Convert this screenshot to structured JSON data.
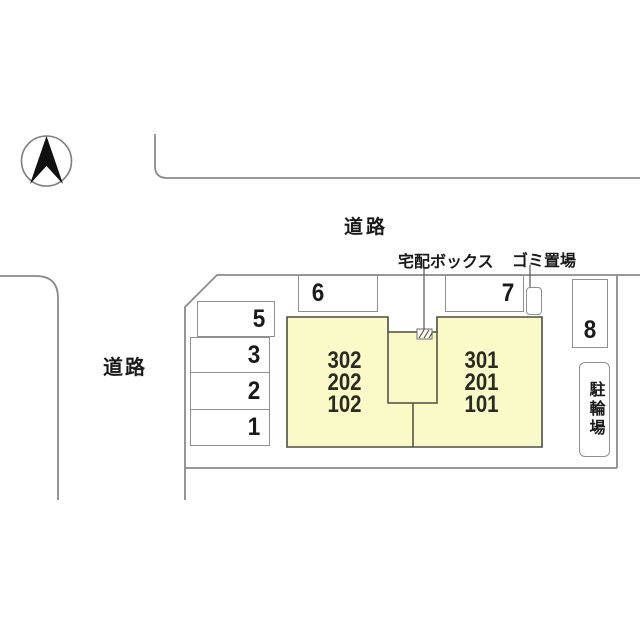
{
  "plan": {
    "title_hint": "apartment site plan",
    "road_label_top": "道路",
    "road_label_left": "道路",
    "delivery_box_label": "宅配ボックス",
    "garbage_area_label": "ゴミ置場",
    "bicycle_parking_label": "駐輪場",
    "building": {
      "left_wing_units": [
        "302",
        "202",
        "102"
      ],
      "right_wing_units": [
        "301",
        "201",
        "101"
      ]
    },
    "parking_spaces": {
      "p1": "1",
      "p2": "2",
      "p3": "3",
      "p5": "5",
      "p6": "6",
      "p7": "7",
      "p8": "8"
    },
    "colors": {
      "building_fill": "#FAFAC8",
      "building_border": "#4d4d40",
      "boundary_line": "#8a8a8a",
      "box_border": "#8f8f8f",
      "text": "#1a1a1a"
    }
  }
}
